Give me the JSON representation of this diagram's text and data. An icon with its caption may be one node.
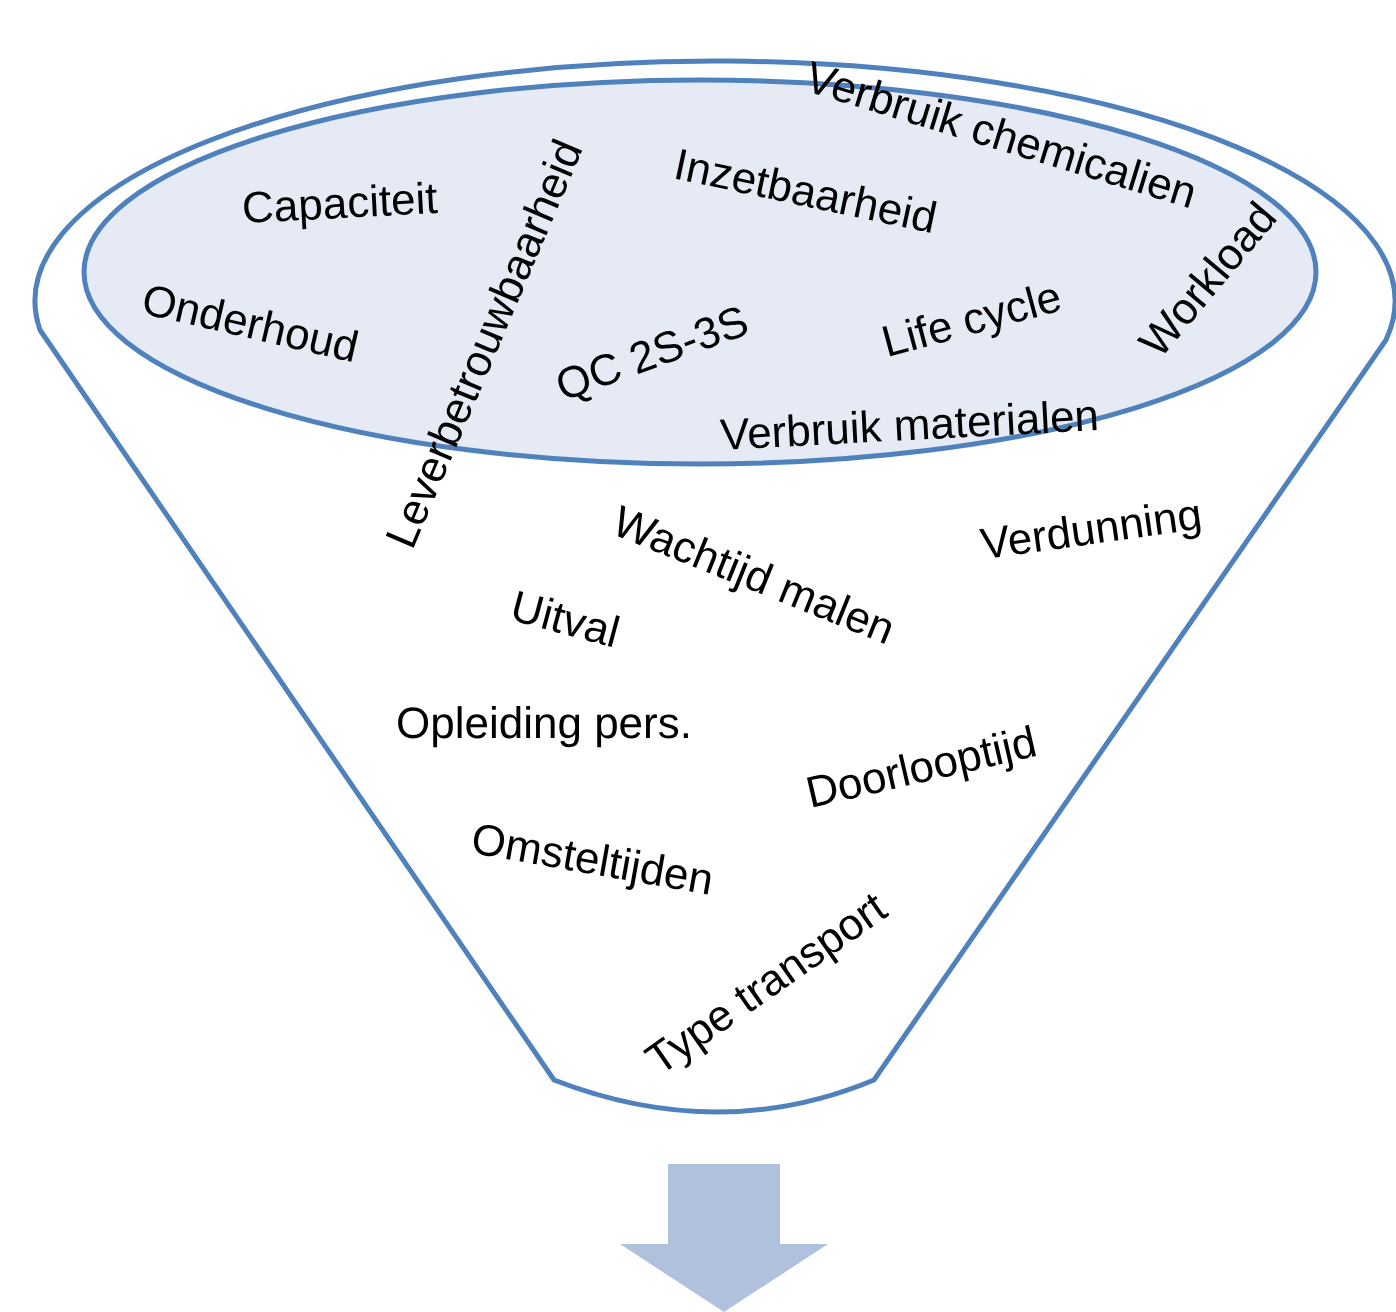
{
  "diagram": {
    "nodes": [
      {
        "text": [],
        "shape": "funnel"
      },
      {
        "text": [],
        "shape": "ellipse",
        "in": 0
      }
    ],
    "labels": [
      "Verbruik chemicalien",
      "Inzetbaarheid",
      "Capaciteit",
      "Leverbetrouwbaarheid",
      "Workload",
      "Onderhoud",
      "Life cycle",
      "QC 2S-3S",
      "Verbruik materialen",
      "Verdunning",
      "Wachtijd malen",
      "Uitval",
      "Opleiding pers.",
      "Doorlooptijd",
      "Omsteltijden",
      "Type transport"
    ]
  }
}
